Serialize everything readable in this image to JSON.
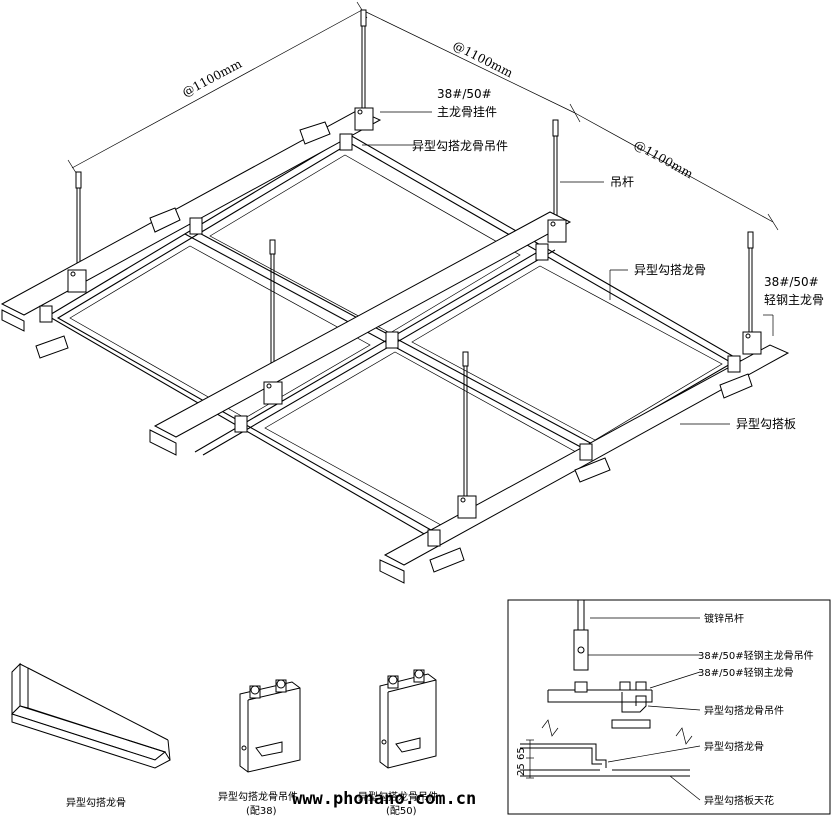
{
  "dimensions": {
    "left": "@1100mm",
    "top": "@1100mm",
    "right": "@1100mm"
  },
  "labels": {
    "hanger_spec": "38#/50#",
    "main_hanger": "主龙骨挂件",
    "special_hanger": "异型勾搭龙骨吊件",
    "rod": "吊杆",
    "special_keel": "异型勾搭龙骨",
    "light_keel_spec": "38#/50#",
    "light_keel": "轻钢主龙骨",
    "panel": "异型勾搭板"
  },
  "parts": {
    "keel_caption": "异型勾搭龙骨",
    "hanger38_caption": "异型勾搭龙骨吊件",
    "hanger38_sub": "(配38)",
    "hanger50_caption": "异型勾搭龙骨吊件",
    "hanger50_sub": "(配50)"
  },
  "section": {
    "rod": "镀锌吊杆",
    "main_hanger": "38#/50#轻钢主龙骨吊件",
    "main_keel": "38#/50#轻钢主龙骨",
    "special_hanger": "异型勾搭龙骨吊件",
    "special_keel": "异型勾搭龙骨",
    "ceiling": "异型勾搭板天花",
    "dim_65": "65",
    "dim_25": "25"
  },
  "watermark": "www.phonano.com.cn"
}
